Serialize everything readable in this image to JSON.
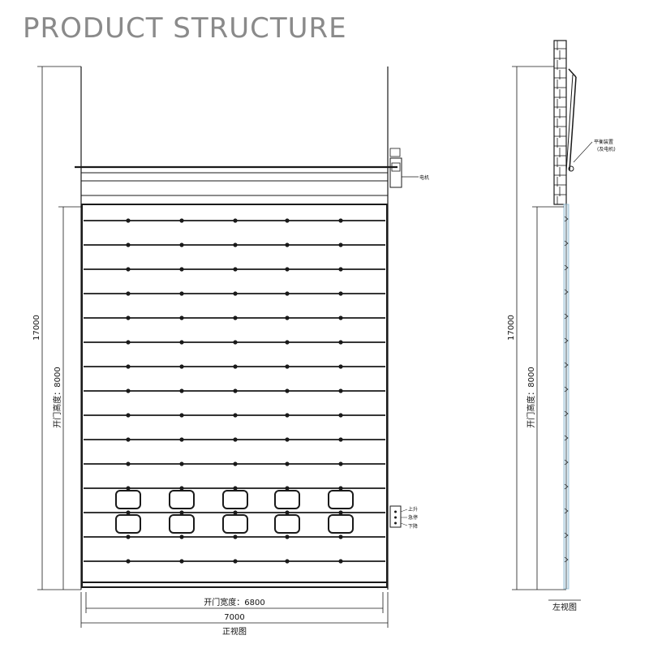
{
  "title": "PRODUCT STRUCTURE",
  "front_view": {
    "caption": "正视图",
    "overall_height": "17000",
    "opening_height_label": "开门高度：8000",
    "opening_width_label": "开门宽度：6800",
    "overall_width": "7000",
    "motor_label": "电机",
    "control_box_labels": [
      "上升",
      "急停",
      "下降"
    ]
  },
  "side_view": {
    "caption": "左视图",
    "overall_height": "17000",
    "opening_height_label": "开门高度：8000",
    "balance_label": "平衡装置",
    "balance_sub_label": "(及电机)"
  },
  "colors": {
    "title": "#8a8a8a",
    "line": "#1a1a1a",
    "panel_edge": "#9fc4d8"
  }
}
